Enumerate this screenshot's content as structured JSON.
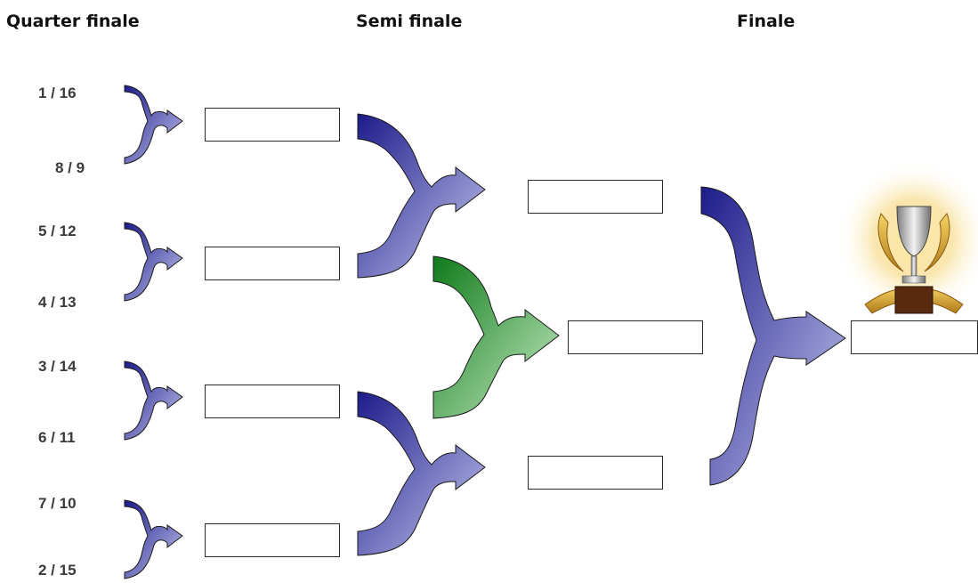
{
  "rounds": {
    "quarter": "Quarter finale",
    "semi": "Semi finale",
    "final": "Finale"
  },
  "seeds": [
    "1 / 16",
    "8 / 9",
    "5 / 12",
    "4 / 13",
    "3 / 14",
    "6 / 11",
    "7 / 10",
    "2 / 15"
  ],
  "colors": {
    "arrow_dark": "#1c1c8a",
    "arrow_light": "#c4c6ee",
    "consolation_dark": "#0f7a1a",
    "consolation_light": "#c6ecc4",
    "outline": "#1a1a1a"
  },
  "icons": {
    "trophy": "trophy-icon"
  }
}
